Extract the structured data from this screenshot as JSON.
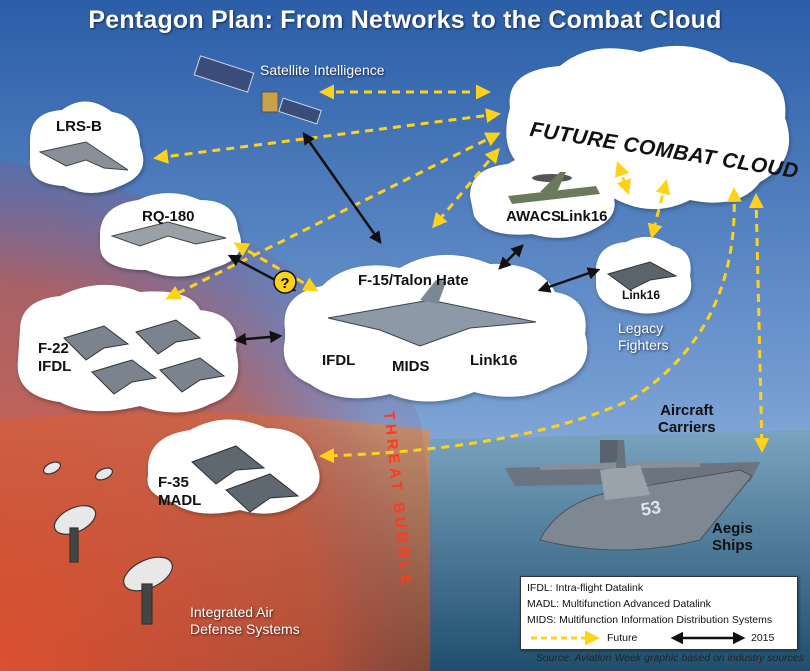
{
  "title": "Pentagon Plan: From Networks to the Combat Cloud",
  "nodes": {
    "satellite": "Satellite Intelligence",
    "combat_cloud": "FUTURE COMBAT CLOUD",
    "lrsb": "LRS-B",
    "rq180": "RQ-180",
    "awacs": "AWACS",
    "awacs_link": "Link16",
    "legacy_link": "Link16",
    "legacy": [
      "Legacy",
      "Fighters"
    ],
    "f15_title": "F-15/Talon Hate",
    "f15_ifdl": "IFDL",
    "f15_mids": "MIDS",
    "f15_link": "Link16",
    "f22": [
      "F-22",
      "IFDL"
    ],
    "f35": [
      "F-35",
      "MADL"
    ],
    "question": "?",
    "carriers": [
      "Aircraft",
      "Carriers"
    ],
    "aegis": [
      "Aegis",
      "Ships"
    ],
    "iads": [
      "Integrated Air",
      "Defense Systems"
    ],
    "threat_bubble": "THREAT BUBBLE",
    "ship_number": "53"
  },
  "legend": {
    "ifdl": "IFDL: Intra-flight Datalink",
    "madl": "MADL: Multifunction Advanced Datalink",
    "mids": "MIDS: Multifunction Information Distribution Systems",
    "future": "Future",
    "year": "2015"
  },
  "source": "Source: Aviation Week graphic based on industry sources",
  "colors": {
    "future_arrow": "#ffd21a",
    "current_arrow": "#111111",
    "sky_top": "#2f63ad",
    "sky_bottom": "#a9c8e6",
    "threat": "#d9533a",
    "sea": "#3d6f8a",
    "land": "#c07a4a"
  },
  "icons": [
    "satellite-icon",
    "b21-bomber-icon",
    "rq180-drone-icon",
    "awacs-icon",
    "f15-icon",
    "f22-icon",
    "f35-icon",
    "carrier-icon",
    "destroyer-icon",
    "radar-dish-icon",
    "question-icon"
  ]
}
